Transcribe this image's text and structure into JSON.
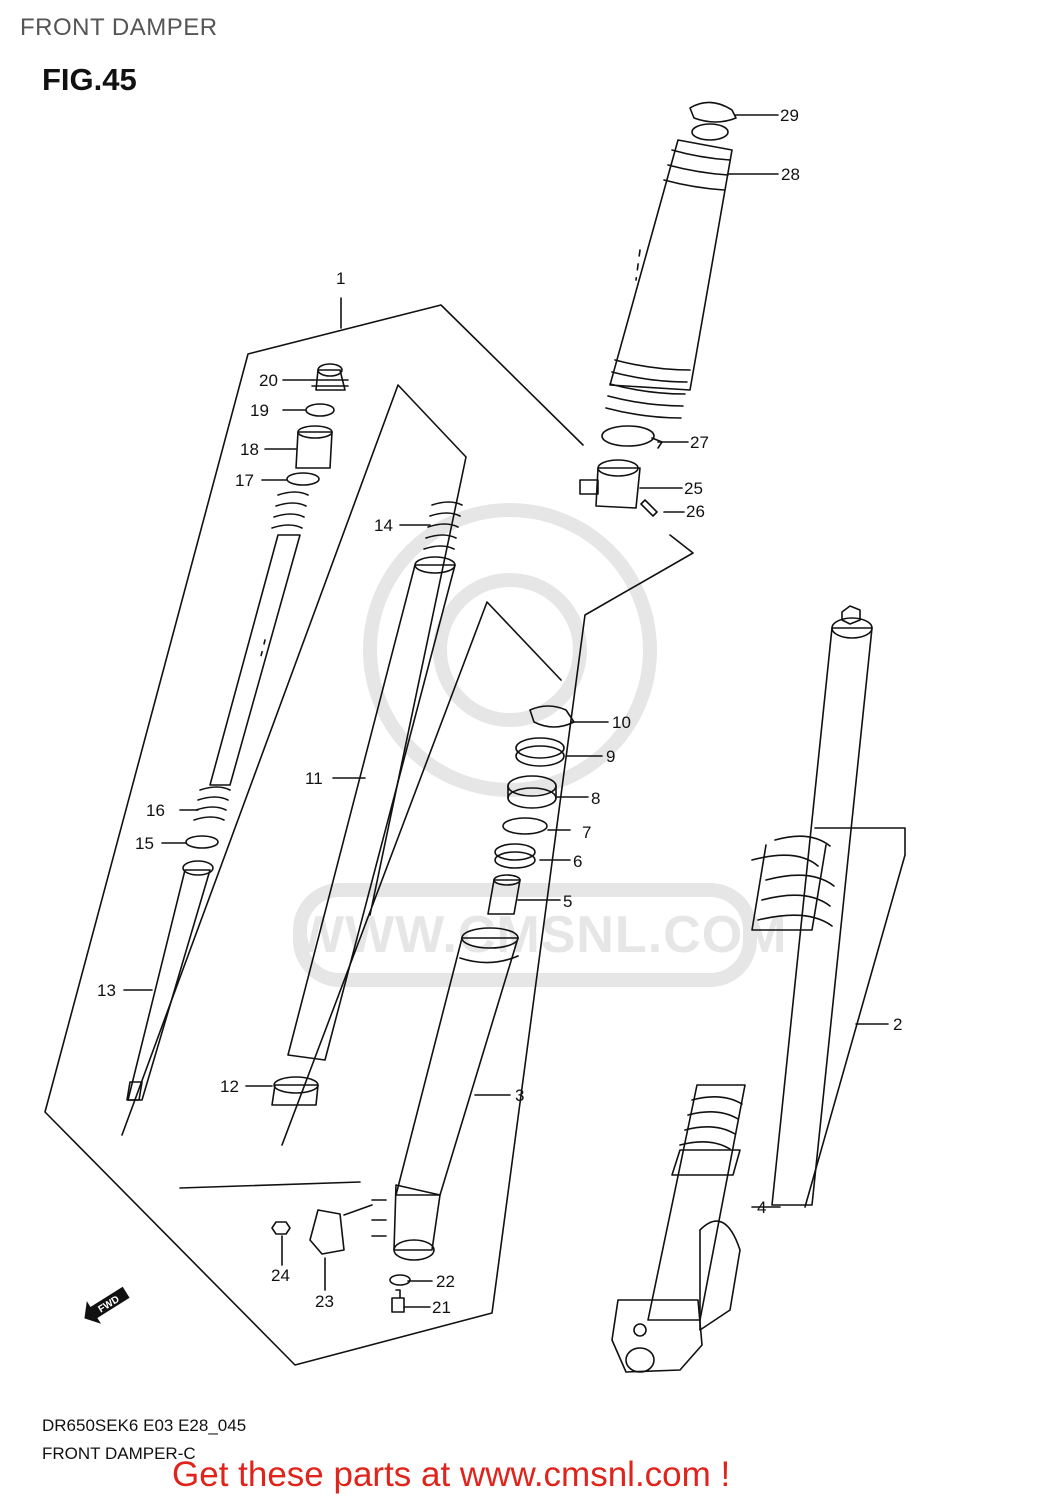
{
  "header": {
    "title": "FRONT DAMPER",
    "figure": "FIG.45"
  },
  "watermark": {
    "text": "WWW.CMSNL.COM"
  },
  "direction_marker": {
    "label": "FWD",
    "icon": "forward-arrow-icon"
  },
  "callouts": {
    "c1": "1",
    "c2": "2",
    "c3": "3",
    "c4": "4",
    "c5": "5",
    "c6": "6",
    "c7": "7",
    "c8": "8",
    "c9": "9",
    "c10": "10",
    "c11": "11",
    "c12": "12",
    "c13": "13",
    "c14": "14",
    "c15": "15",
    "c16": "16",
    "c17": "17",
    "c18": "18",
    "c19": "19",
    "c20": "20",
    "c21": "21",
    "c22": "22",
    "c23": "23",
    "c24": "24",
    "c25": "25",
    "c26": "26",
    "c27": "27",
    "c28": "28",
    "c29": "29"
  },
  "footer": {
    "model_code": "DR650SEK6 E03 E28_045",
    "subtitle": "FRONT DAMPER-C",
    "cta": "Get these parts at www.cmsnl.com !"
  },
  "colors": {
    "cta": "#e0241b",
    "line": "#111111",
    "watermark": "#e6e6e6"
  }
}
